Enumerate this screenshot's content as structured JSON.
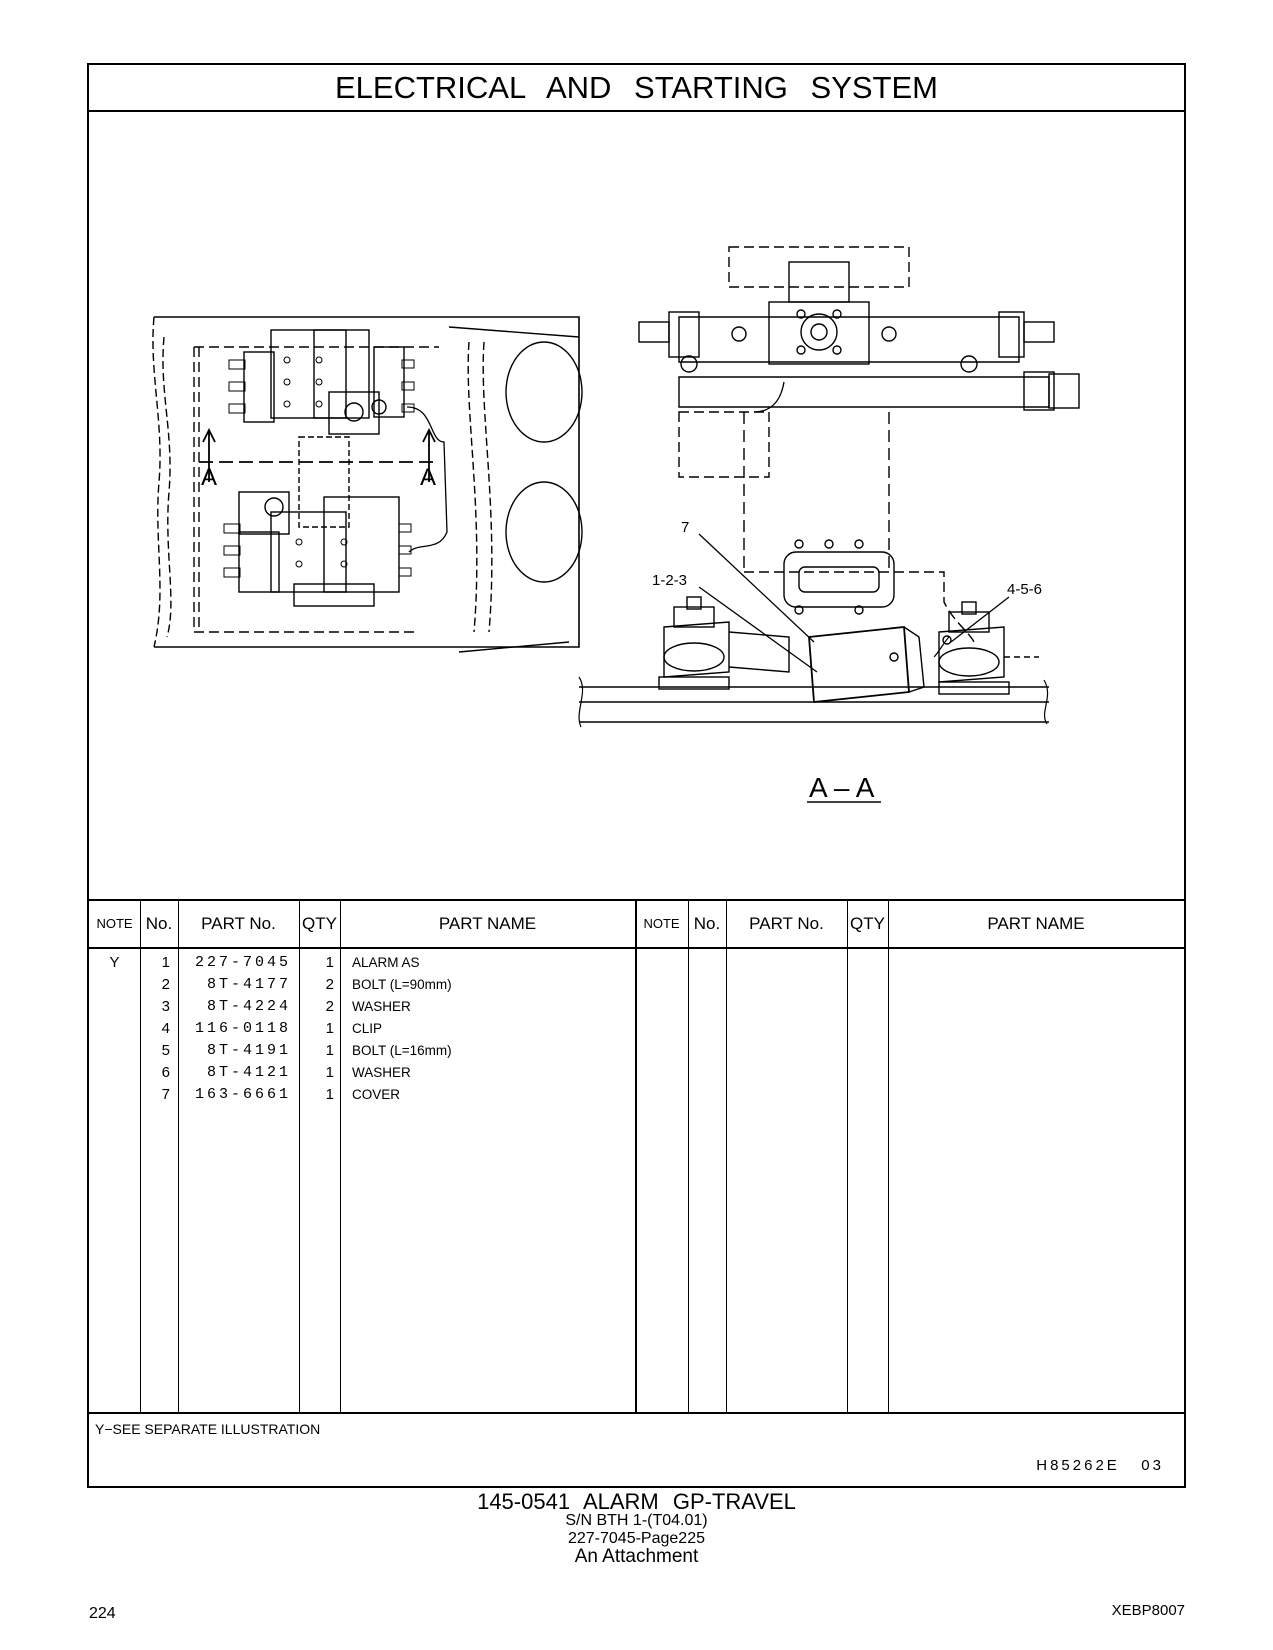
{
  "title": "ELECTRICAL AND STARTING SYSTEM",
  "drawing": {
    "section_marker_left": "A",
    "section_marker_right": "A",
    "callout_7": "7",
    "callout_123": "1-2-3",
    "callout_456": "4-5-6",
    "section_title": "A – A"
  },
  "table": {
    "headers": {
      "note": "NOTE",
      "no": "No.",
      "part_no": "PART No.",
      "qty": "QTY",
      "part_name": "PART NAME"
    },
    "rows": [
      {
        "note": "Y",
        "no": "1",
        "part_no": "227-7045",
        "qty": "1",
        "name": "ALARM  AS"
      },
      {
        "note": "",
        "no": "2",
        "part_no": "8T-4177",
        "qty": "2",
        "name": "BOLT (L=90mm)"
      },
      {
        "note": "",
        "no": "3",
        "part_no": "8T-4224",
        "qty": "2",
        "name": "WASHER"
      },
      {
        "note": "",
        "no": "4",
        "part_no": "116-0118",
        "qty": "1",
        "name": "CLIP"
      },
      {
        "note": "",
        "no": "5",
        "part_no": "8T-4191",
        "qty": "1",
        "name": "BOLT (L=16mm)"
      },
      {
        "note": "",
        "no": "6",
        "part_no": "8T-4121",
        "qty": "1",
        "name": "WASHER"
      },
      {
        "note": "",
        "no": "7",
        "part_no": "163-6661",
        "qty": "1",
        "name": "COVER"
      }
    ]
  },
  "footnote": "Y−SEE  SEPARATE  ILLUSTRATION",
  "illustration_code": "H85262E   03",
  "caption": {
    "line1": "145-0541  ALARM GP-TRAVEL",
    "line2": "S/N BTH 1-(T04.01)",
    "line3": "227-7045-Page225",
    "line4": "An Attachment"
  },
  "page_number": "224",
  "doc_id": "XEBP8007"
}
